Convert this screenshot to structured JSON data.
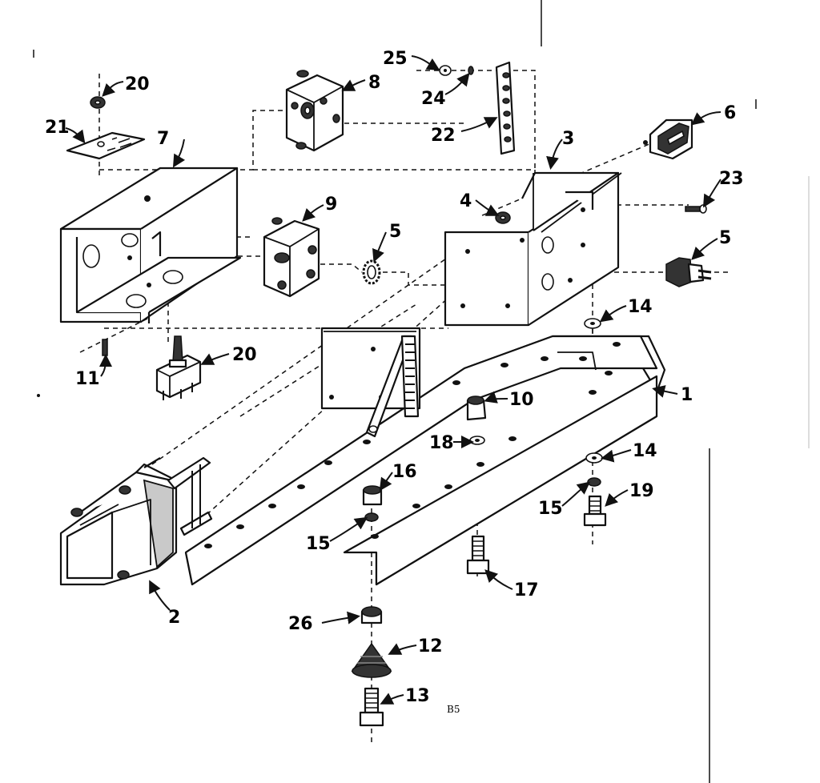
{
  "diagram": {
    "page_ref": "B5",
    "callouts": [
      "20",
      "8",
      "25",
      "24",
      "22",
      "21",
      "7",
      "6",
      "3",
      "23",
      "9",
      "4",
      "5",
      "5",
      "14",
      "1",
      "11",
      "20",
      "10",
      "18",
      "14",
      "16",
      "15",
      "19",
      "15",
      "17",
      "2",
      "26",
      "12",
      "13"
    ]
  }
}
